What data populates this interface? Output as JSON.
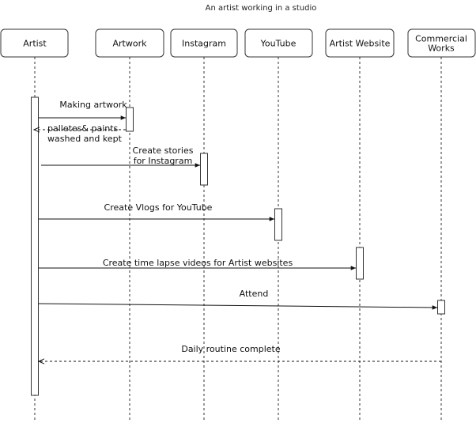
{
  "title": "An artist working in a studio",
  "participants": [
    {
      "id": "artist",
      "lines": [
        "Artist"
      ]
    },
    {
      "id": "artwork",
      "lines": [
        "Artwork"
      ]
    },
    {
      "id": "instagram",
      "lines": [
        "Instagram"
      ]
    },
    {
      "id": "youtube",
      "lines": [
        "YouTube"
      ]
    },
    {
      "id": "website",
      "lines": [
        "Artist Website"
      ]
    },
    {
      "id": "commercial",
      "lines": [
        "Commercial",
        "Works"
      ]
    }
  ],
  "messages": [
    {
      "from": "artist",
      "to": "artwork",
      "style": "solid",
      "label": [
        "Making artwork"
      ]
    },
    {
      "from": "artwork",
      "to": "artist",
      "style": "dashed",
      "label": [
        "palletes& paints",
        "washed and kept"
      ]
    },
    {
      "from": "artist",
      "to": "instagram",
      "style": "solid",
      "label": [
        "Create stories",
        "for Instagram"
      ]
    },
    {
      "from": "artist",
      "to": "youtube",
      "style": "solid",
      "label": [
        "Create Vlogs for YouTube"
      ]
    },
    {
      "from": "artist",
      "to": "website",
      "style": "solid",
      "label": [
        "Create time lapse videos for Artist websites"
      ]
    },
    {
      "from": "artist",
      "to": "commercial",
      "style": "solid",
      "label": [
        "Attend"
      ]
    },
    {
      "from": "commercial",
      "to": "artist",
      "style": "dashed",
      "label": [
        "Daily routine complete"
      ]
    }
  ]
}
